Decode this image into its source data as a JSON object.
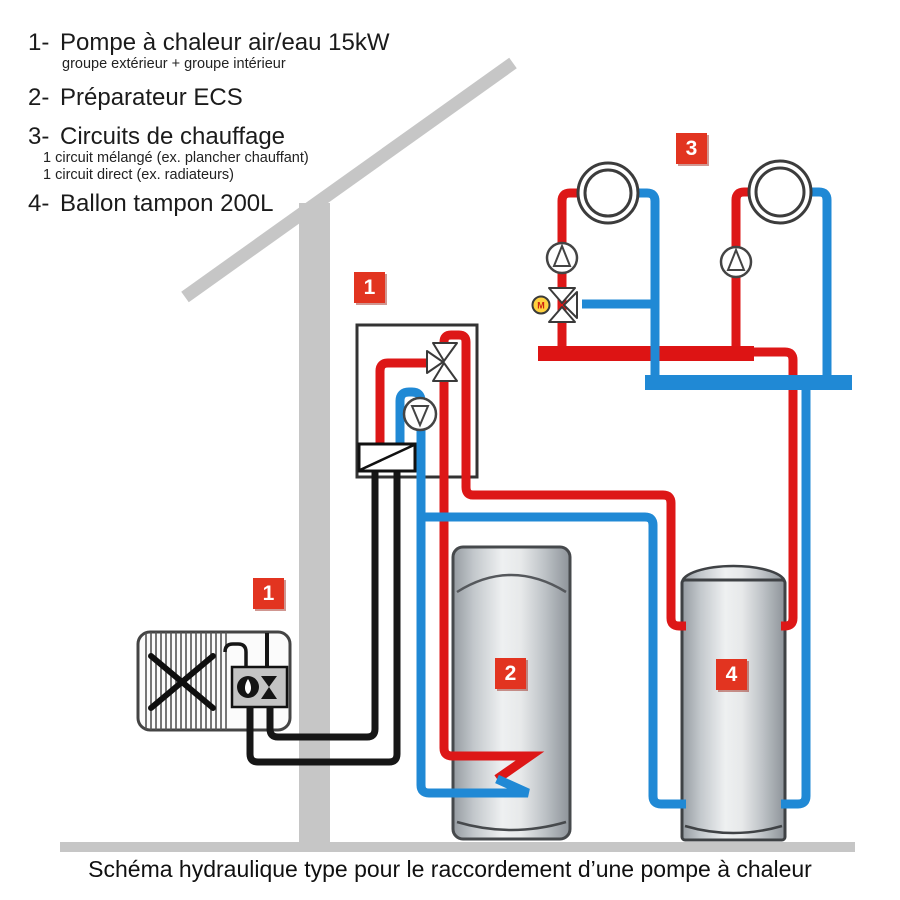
{
  "legend": {
    "items": [
      {
        "num": "1-",
        "title": "Pompe à chaleur air/eau 15kW",
        "subtitles": [
          "groupe extérieur + groupe intérieur"
        ]
      },
      {
        "num": "2-",
        "title": "Préparateur ECS",
        "subtitles": []
      },
      {
        "num": "3-",
        "title": "Circuits de chauffage",
        "subtitles": [
          "1 circuit mélangé (ex. plancher chauffant)",
          "1 circuit direct (ex. radiateurs)"
        ]
      },
      {
        "num": "4-",
        "title": "Ballon tampon 200L",
        "subtitles": []
      }
    ]
  },
  "badges": {
    "indoor_unit": "1",
    "outdoor_unit": "1",
    "dhw_tank": "2",
    "heating_circuits": "3",
    "buffer_tank": "4"
  },
  "labels": {
    "mixing_valve_motor": "M"
  },
  "caption": "Schéma hydraulique type pour le raccordement d’une pompe à chaleur",
  "colors": {
    "supply_red": "#dd1717",
    "return_blue": "#2089d5",
    "refrigerant_black": "#161616",
    "structure_gray": "#c6c6c6",
    "badge_red": "#e23420",
    "tank_metal": "#c9cdd1"
  }
}
